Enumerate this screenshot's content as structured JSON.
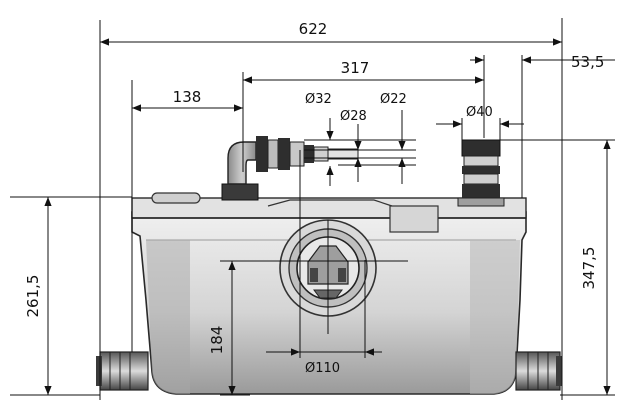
{
  "dimensions": {
    "overall_width": "622",
    "inlet_to_outlet": "317",
    "outlet_offset": "53,5",
    "left_inlet_offset": "138",
    "dia_32": "Ø32",
    "dia_28": "Ø28",
    "dia_22": "Ø22",
    "dia_40": "Ø40",
    "dia_110": "Ø110",
    "height_261": "261,5",
    "height_347": "347,5",
    "height_184": "184"
  },
  "colors": {
    "line": "#111111",
    "body_light": "#e6e6e6",
    "body_mid": "#bdbdbd",
    "body_dark": "#6e6e6e",
    "fitting_dark": "#2b2b2b"
  }
}
